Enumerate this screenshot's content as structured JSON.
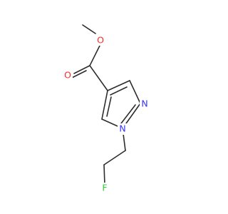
{
  "molecule": {
    "atoms": {
      "o_ether": {
        "label": "O",
        "color": "#ff2a2a"
      },
      "o_carbonyl": {
        "label": "O",
        "color": "#ff2a2a"
      },
      "n_pyridine": {
        "label": "N",
        "color": "#3333ff"
      },
      "n_pyrrole": {
        "label": "N",
        "color": "#3333ff"
      },
      "fluorine": {
        "label": "F",
        "color": "#33cc33"
      }
    },
    "bond_color": "#2d2d2d"
  }
}
